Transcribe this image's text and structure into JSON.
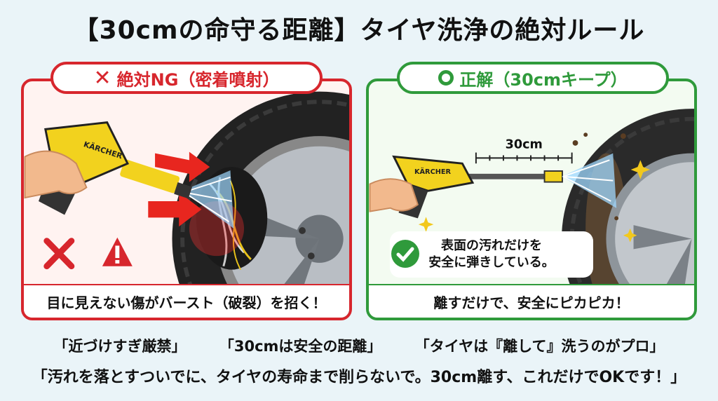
{
  "title": "【30cmの命守る距離】タイヤ洗浄の絶対ルール",
  "ng_panel": {
    "header": "絶対NG（密着噴射）",
    "header_icon": "cross-icon",
    "caption": "目に見えない傷がバースト（破裂）を招く！",
    "brand": "KÄRCHER",
    "icons": [
      "cross-icon",
      "warning-icon"
    ],
    "accent_color": "#d7262d"
  },
  "ok_panel": {
    "header": "正解（30cmキープ）",
    "header_icon": "circle-icon",
    "distance_label": "30cm",
    "bubble_line1": "表面の汚れだけを",
    "bubble_line2": "安全に弾きしている。",
    "caption": "離すだけで、安全にピカピカ！",
    "brand": "KÄRCHER",
    "icons": [
      "check-icon",
      "sparkle-icon"
    ],
    "accent_color": "#2f9a3b"
  },
  "footer": {
    "quotes": [
      "「近づけすぎ厳禁」",
      "「30cmは安全の距離」",
      "「タイヤは『離して』洗うのがプロ」"
    ],
    "message": "「汚れを落とすついでに、タイヤの寿命まで削らないで。30cm離す、これだけでOKです！」"
  }
}
